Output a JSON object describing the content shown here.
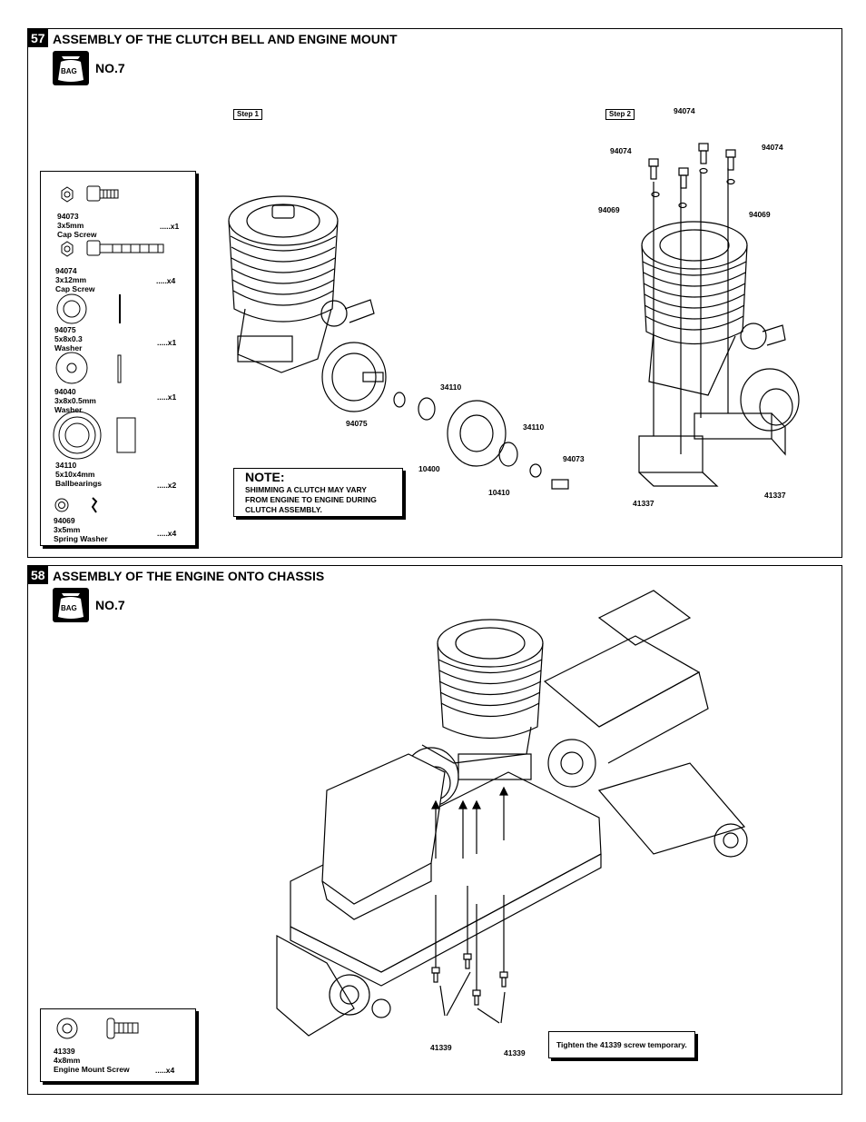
{
  "step57": {
    "number": "57",
    "title": "ASSEMBLY OF THE CLUTCH BELL AND ENGINE MOUNT",
    "bag_label": "BAG",
    "bag_no": "NO.7",
    "step1_tag": "Step 1",
    "step2_tag": "Step 2",
    "parts": [
      {
        "code": "94073",
        "size": "3x5mm",
        "name": "Cap Screw",
        "qty": ".....x1"
      },
      {
        "code": "94074",
        "size": "3x12mm",
        "name": "Cap Screw",
        "qty": ".....x4"
      },
      {
        "code": "94075",
        "size": "5x8x0.3",
        "name": "Washer",
        "qty": ".....x1"
      },
      {
        "code": "94040",
        "size": "3x8x0.5mm",
        "name": "Washer",
        "qty": ".....x1"
      },
      {
        "code": "34110",
        "size": "5x10x4mm",
        "name": "Ballbearings",
        "qty": ".....x2"
      },
      {
        "code": "94069",
        "size": "3x5mm",
        "name": "Spring Washer",
        "qty": ".....x4"
      }
    ],
    "note": {
      "heading": "NOTE:",
      "line1": "SHIMMING A CLUTCH MAY VARY",
      "line2": "FROM ENGINE TO ENGINE DURING",
      "line3": "CLUTCH ASSEMBLY."
    },
    "callouts_step1": {
      "washer": "94075",
      "bearing_top": "34110",
      "bell": "10400",
      "bearing_right": "34110",
      "shim": "10410",
      "screw": "94073"
    },
    "callouts_step2": {
      "screw_top": "94074",
      "screw_left": "94074",
      "screw_right": "94074",
      "springwasher_left": "94069",
      "springwasher_right": "94069",
      "mount_left": "41337",
      "mount_right": "41337"
    }
  },
  "step58": {
    "number": "58",
    "title": "ASSEMBLY OF THE ENGINE ONTO CHASSIS",
    "bag_label": "BAG",
    "bag_no": "NO.7",
    "part": {
      "code": "41339",
      "size": "4x8mm",
      "name": "Engine Mount Screw",
      "qty": ".....x4"
    },
    "callout_left": "41339",
    "callout_right": "41339",
    "tighten_note": "Tighten the 41339 screw  temporary."
  }
}
